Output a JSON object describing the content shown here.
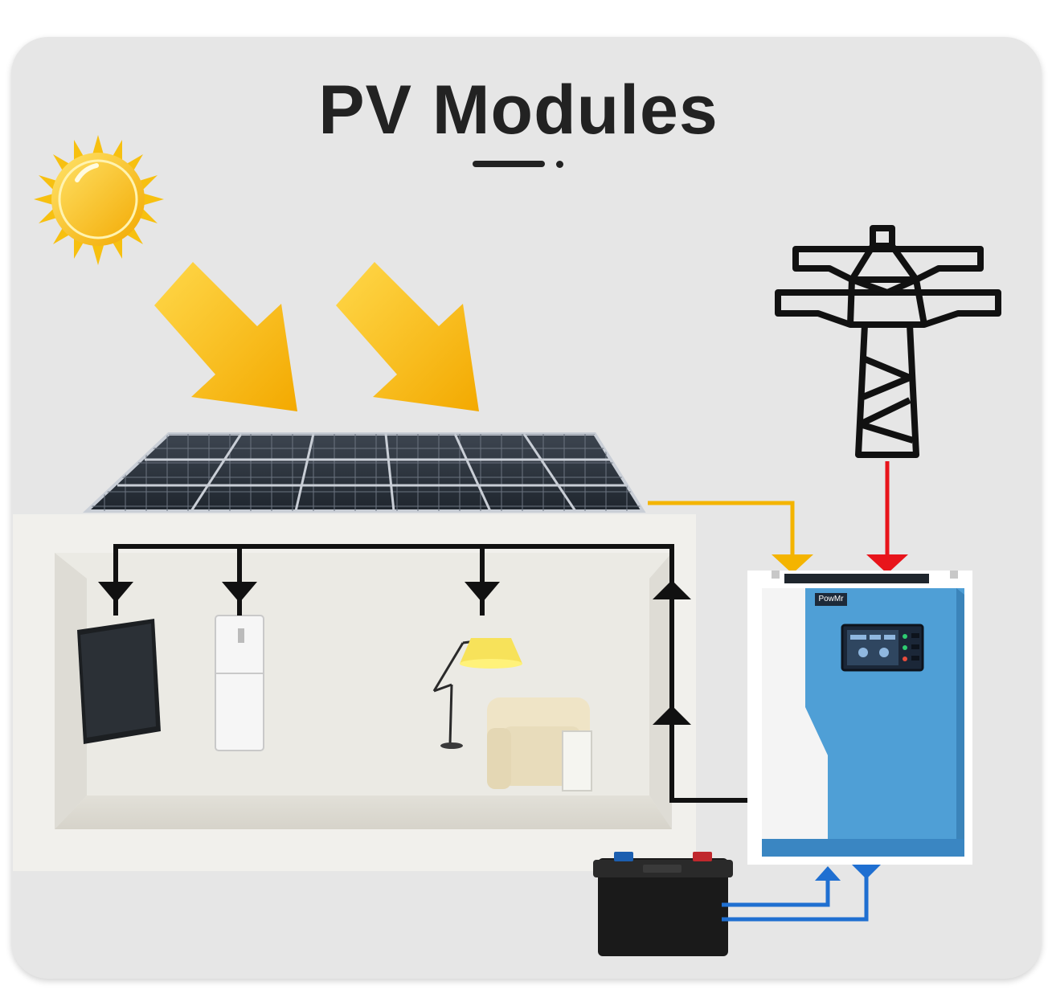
{
  "title": "PV Modules",
  "brand": "PowMr",
  "colors": {
    "background": "#e6e6e6",
    "title": "#222222",
    "sun": "#f7c010",
    "arrow_yellow": "#f5b800",
    "pv_line": "#f4b400",
    "grid_line": "#e8141b",
    "battery_line": "#1f6fd1",
    "load_line": "#111111",
    "inverter_blue": "#4f9fd6"
  },
  "components": [
    {
      "name": "sun-icon"
    },
    {
      "name": "solar-panel"
    },
    {
      "name": "house-room"
    },
    {
      "name": "power-tower-icon"
    },
    {
      "name": "hybrid-inverter"
    },
    {
      "name": "battery"
    }
  ]
}
